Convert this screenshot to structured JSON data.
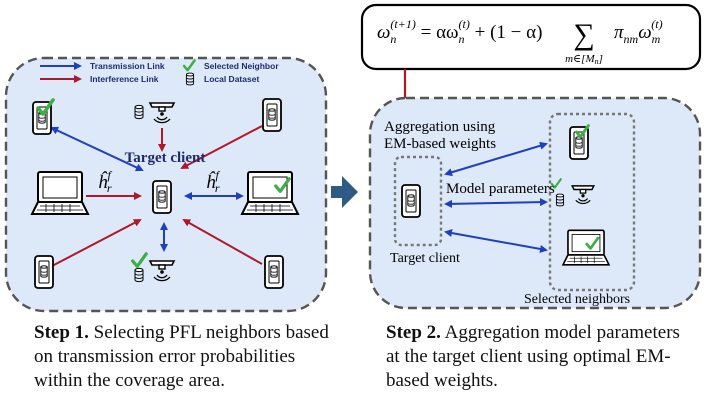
{
  "formula": {
    "lhs": "ω",
    "lhs_sub": "n",
    "lhs_sup": "(t+1)",
    "eq": " = αω",
    "t_sup": "(t)",
    "n_sub": "n",
    "mid": " + (1 − α)",
    "sum": "∑",
    "sum_sub": "m∈[M",
    "sum_sub_n": "n",
    "sum_sub_close": "]",
    "pi": "π",
    "pi_sub": "nm",
    "omega2": "ω",
    "m_sub": "m"
  },
  "legend": {
    "transmission": "Transmission Link",
    "interference": "Interference Link",
    "selected": "Selected Neighbor",
    "dataset": "Local Dataset"
  },
  "step1": {
    "target_label": "Target client",
    "hat_h": "ĥ",
    "h_sup": "f",
    "h_sub": "r",
    "caption_bold": "Step 1.",
    "caption_line1": " Selecting PFL neighbors based",
    "caption_line2": "on transmission error probabilities",
    "caption_line3": "within the coverage area."
  },
  "step2": {
    "agg_line1": "Aggregation using",
    "agg_line2": "EM-based weights",
    "model_params": "Model parameters",
    "target_client": "Target client",
    "selected_neighbors": "Selected neighbors",
    "caption_bold": "Step 2.",
    "caption_line1": " Aggregation model parameters",
    "caption_line2": "at the target client using optimal EM-",
    "caption_line3": "based weights."
  },
  "colors": {
    "panel_fill": "#dde9f8",
    "transmission": "#1f3fbf",
    "interference": "#b0182a",
    "check": "#3cb043",
    "arrow": "#2e5b85"
  }
}
